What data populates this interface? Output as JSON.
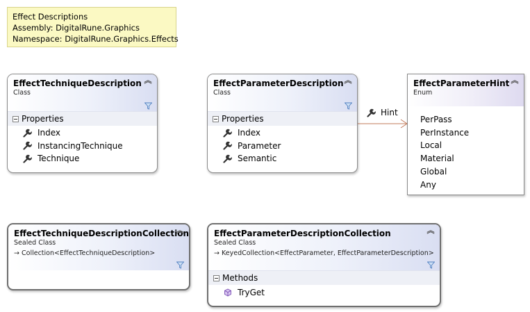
{
  "note": {
    "lines": [
      "Effect Descriptions",
      "Assembly: DigitalRune.Graphics",
      "Namespace: DigitalRune.Graphics.Effects"
    ]
  },
  "classes": [
    {
      "name": "EffectTechniqueDescription",
      "stereotype": "Class",
      "compartments": [
        {
          "title": "Properties",
          "members": [
            "Index",
            "InstancingTechnique",
            "Technique"
          ],
          "icon": "wrench-icon"
        }
      ]
    },
    {
      "name": "EffectParameterDescription",
      "stereotype": "Class",
      "compartments": [
        {
          "title": "Properties",
          "members": [
            "Index",
            "Parameter",
            "Semantic"
          ],
          "icon": "wrench-icon"
        }
      ]
    },
    {
      "name": "EffectParameterHint",
      "stereotype": "Enum",
      "values": [
        "PerPass",
        "PerInstance",
        "Local",
        "Material",
        "Global",
        "Any"
      ]
    },
    {
      "name": "EffectTechniqueDescriptionCollection",
      "stereotype": "Sealed Class",
      "base": "Collection<EffectTechniqueDescription>"
    },
    {
      "name": "EffectParameterDescriptionCollection",
      "stereotype": "Sealed Class",
      "base": "KeyedCollection<EffectParameter,  EffectParameterDescription>",
      "compartments": [
        {
          "title": "Methods",
          "members": [
            "TryGet"
          ],
          "icon": "method-cube-icon"
        }
      ]
    }
  ],
  "associations": [
    {
      "from": "EffectParameterDescription",
      "to": "EffectParameterHint",
      "label": "Hint",
      "icon": "wrench-icon"
    }
  ],
  "icons": {
    "collapse": "double-chevron-up-icon",
    "filter": "filter-funnel-icon",
    "inherit": "→"
  },
  "colors": {
    "note_bg": "#fbf9c3",
    "header_tint": "#d9def2",
    "association_line": "#c27a5a"
  }
}
